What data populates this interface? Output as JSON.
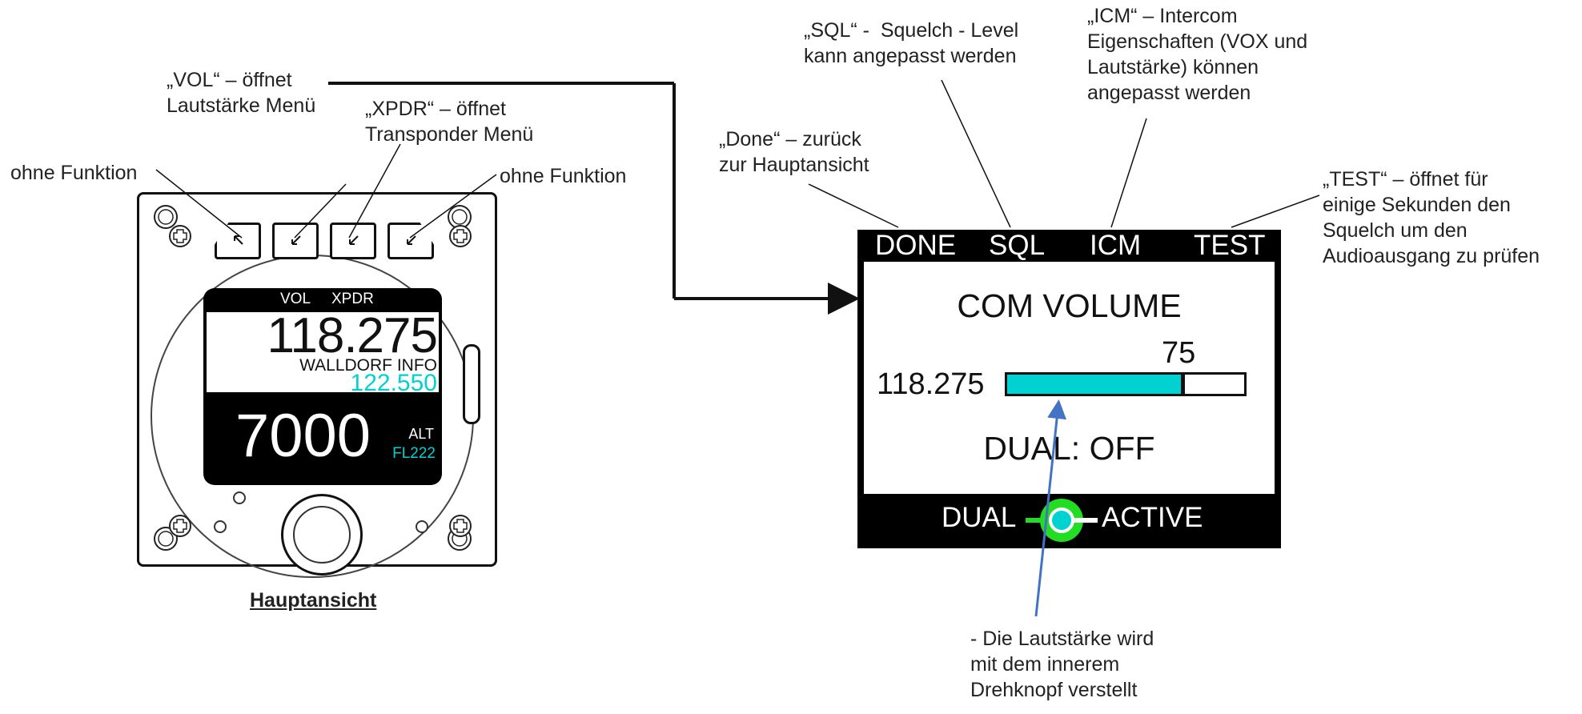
{
  "annotations": {
    "vol": "„VOL“ – öffnet\nLautstärke Menü",
    "xpdr": "„XPDR“ – öffnet\nTransponder Menü",
    "left_none": "ohne Funktion",
    "right_none": "ohne Funktion",
    "done": "„Done“ – zurück\nzur Hauptansicht",
    "sql": "„SQL“ -  Squelch - Level\nkann angepasst werden",
    "icm": "„ICM“ – Intercom\nEigenschaften (VOX und\nLautstärke) können\nangepasst werden",
    "test": "„TEST“ – öffnet für\neinige Sekunden den\nSquelch um den\nAudioausgang zu prüfen",
    "volume_hint": "- Die Lautstärke wird\nmit dem innerem\nDrehknopf verstellt"
  },
  "main_caption": "Hauptansicht",
  "device": {
    "softkeys": [
      "VOL",
      "XPDR"
    ],
    "active_freq": "118.275",
    "station": "WALLDORF INFO",
    "standby_freq": "122.550",
    "squawk": "7000",
    "alt_label": "ALT",
    "alt_value": "FL222"
  },
  "volume_screen": {
    "tabs": [
      "DONE",
      "SQL",
      "ICM",
      "TEST"
    ],
    "title": "COM VOLUME",
    "freq": "118.275",
    "volume": "75",
    "volume_level": 75,
    "dual_status": "DUAL: OFF",
    "bottom_left": "DUAL",
    "bottom_right": "ACTIVE"
  },
  "colors": {
    "cyan": "#00d2d2",
    "toggle_green": "#22dd22",
    "arrow_blue": "#4472c4"
  }
}
